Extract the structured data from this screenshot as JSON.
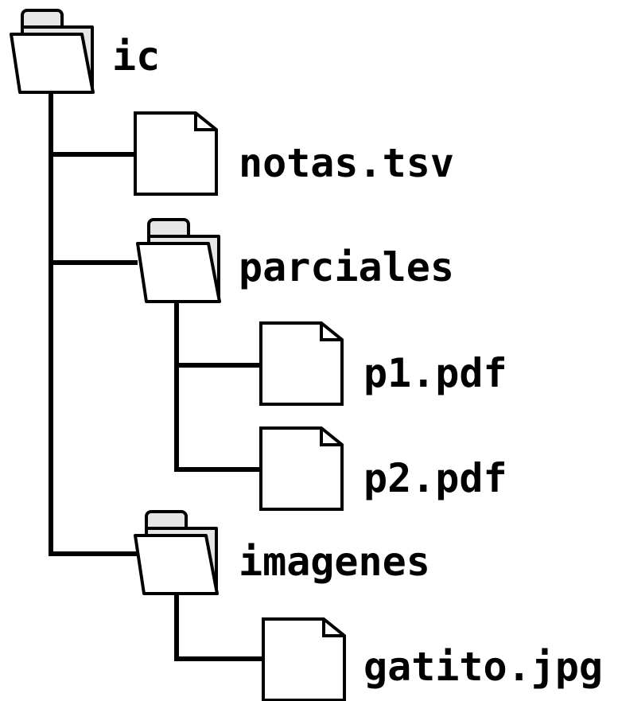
{
  "tree": {
    "root": {
      "label": "ic",
      "type": "folder",
      "children": [
        {
          "label": "notas.tsv",
          "type": "file"
        },
        {
          "label": "parciales",
          "type": "folder",
          "children": [
            {
              "label": "p1.pdf",
              "type": "file"
            },
            {
              "label": "p2.pdf",
              "type": "file"
            }
          ]
        },
        {
          "label": "imagenes",
          "type": "folder",
          "children": [
            {
              "label": "gatito.jpg",
              "type": "file"
            }
          ]
        }
      ]
    }
  },
  "colors": {
    "stroke": "#000000",
    "folder_tab": "#e6e6e6",
    "fill": "#ffffff"
  }
}
